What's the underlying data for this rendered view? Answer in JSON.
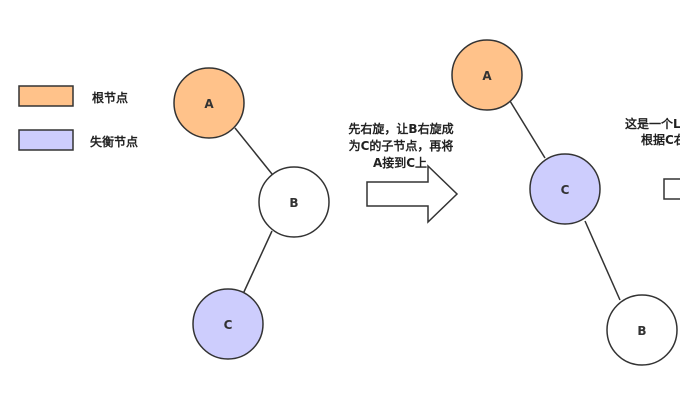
{
  "colors": {
    "root": "#ffc28a",
    "unbalanced": "#cdcdfd",
    "normal": "#ffffff"
  },
  "legend": {
    "root_label": "根节点",
    "unbalanced_label": "失衡节点"
  },
  "before_tree": {
    "node_a": "A",
    "node_b": "B",
    "node_c": "C"
  },
  "rotation_note": {
    "line1": "先右旋，让B右旋成",
    "line2": "为C的子节点，再将",
    "line3": "A接到C上"
  },
  "after_tree": {
    "node_a": "A",
    "node_c": "C",
    "node_b": "B"
  },
  "partial_note": {
    "line1": "这是一个LR",
    "line2": "根据C右"
  }
}
